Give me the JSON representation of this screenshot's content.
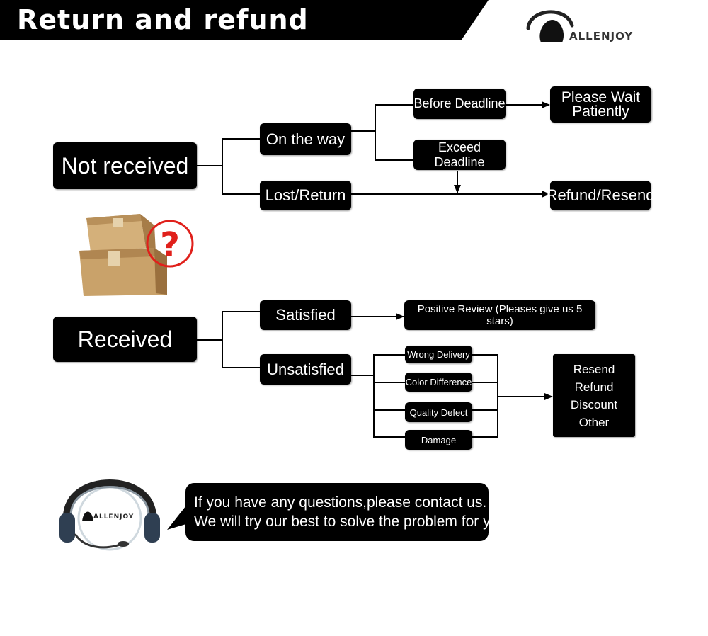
{
  "header": {
    "title": "Return and refund"
  },
  "brand": {
    "logo_text": "ALLENJOY",
    "headset_logo_text": "ALLENJOY"
  },
  "flow_not_received": {
    "root": "Not received",
    "on_the_way": "On the way",
    "lost_return": "Lost/Return",
    "before_deadline": "Before Deadline",
    "exceed_deadline": "Exceed Deadline",
    "please_wait_line1": "Please Wait",
    "please_wait_line2": "Patiently",
    "refund_resend": "Refund/Resend"
  },
  "flow_received": {
    "root": "Received",
    "satisfied": "Satisfied",
    "unsatisfied": "Unsatisfied",
    "positive_review": "Positive Review  (Pleases give us 5 stars)",
    "reasons": [
      "Wrong Delivery",
      "Color Difference",
      "Quality Defect",
      "Damage"
    ],
    "solutions": [
      "Resend",
      "Refund",
      "Discount",
      "Other"
    ]
  },
  "contact": {
    "line1": "If you have any questions,please contact us.",
    "line2": "We will try our best to solve the problem for you."
  },
  "colors": {
    "box_fill": "#000000",
    "box_text": "#ffffff",
    "question_mark": "#e0201b",
    "parcel": "#c9a26a"
  },
  "icons": [
    "allenjoy-logo-icon",
    "parcel-question-icon",
    "headset-icon"
  ]
}
